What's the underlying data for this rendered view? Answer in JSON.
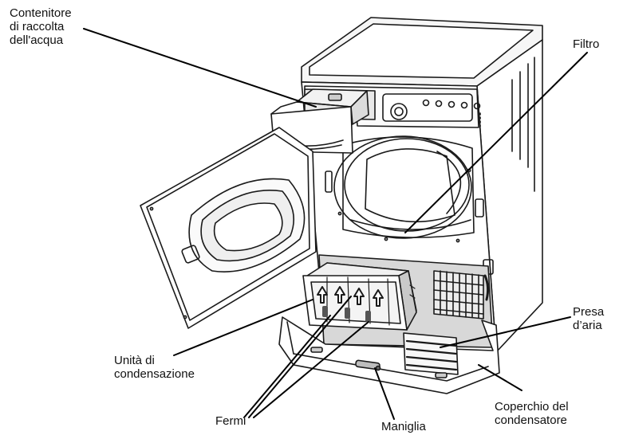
{
  "labels": {
    "water_container": "Contenitore\ndi raccolta\ndell'acqua",
    "filter": "Filtro",
    "air_intake": "Presa\nd’aria",
    "condenser_unit": "Unità di\ncondensazione",
    "clips": "Fermi",
    "handle": "Maniglia",
    "condenser_cover": "Coperchio del\ncondensatore"
  }
}
